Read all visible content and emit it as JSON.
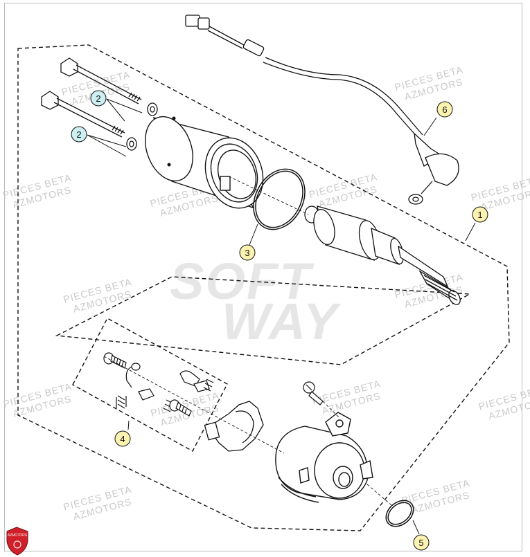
{
  "watermark": {
    "line1": "PIECES BETA",
    "line2": "AZMOTORS",
    "big1": "SOFT",
    "big2": "WAY"
  },
  "logo": {
    "text": "AZMOTORS",
    "color": "#d0202a"
  },
  "callouts": [
    {
      "id": "1",
      "label": "1",
      "fill": "#fdf3b0"
    },
    {
      "id": "2a",
      "label": "2",
      "fill": "#cdeff2"
    },
    {
      "id": "2b",
      "label": "2",
      "fill": "#cdeff2"
    },
    {
      "id": "3",
      "label": "3",
      "fill": "#fdf3b0"
    },
    {
      "id": "4",
      "label": "4",
      "fill": "#fdf3b0"
    },
    {
      "id": "5",
      "label": "5",
      "fill": "#fdf3b0"
    },
    {
      "id": "6",
      "label": "6",
      "fill": "#fdf3b0"
    }
  ]
}
